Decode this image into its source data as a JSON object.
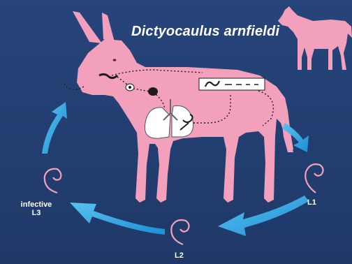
{
  "title": "Dictyocaulus arnfieldi",
  "stages": {
    "l1": "L1",
    "l2": "L2",
    "l3_line1": "infective",
    "l3_line2": "L3"
  },
  "colors": {
    "background": "#243f73",
    "animal": "#f2a0bc",
    "arrows": "#2fa8e4",
    "larva": "#f2a0bc",
    "lungs": "#ffffff"
  },
  "icons": {
    "host": "donkey-silhouette",
    "secondary_host": "horse-silhouette",
    "larva": "coiled-larva",
    "organ": "lungs"
  }
}
